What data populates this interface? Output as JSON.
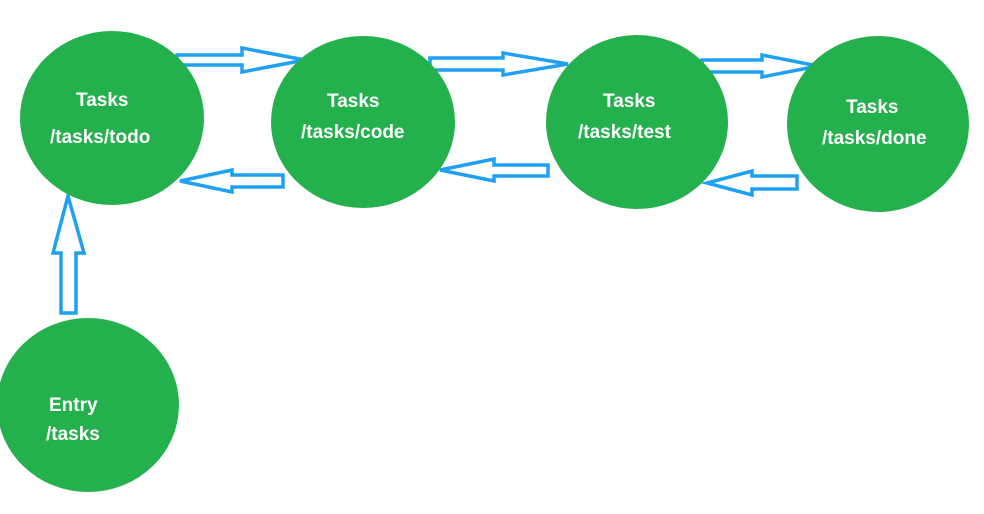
{
  "colors": {
    "node_fill": "#24b14d",
    "node_text": "#ffffff",
    "arrow": "#1fa0f0",
    "background": "#ffffff"
  },
  "nodes": {
    "entry": {
      "title": "Entry",
      "route": "/tasks"
    },
    "todo": {
      "title": "Tasks",
      "route": "/tasks/todo"
    },
    "code": {
      "title": "Tasks",
      "route": "/tasks/code"
    },
    "test": {
      "title": "Tasks",
      "route": "/tasks/test"
    },
    "done": {
      "title": "Tasks",
      "route": "/tasks/done"
    }
  },
  "edges": [
    {
      "from": "entry",
      "to": "todo"
    },
    {
      "from": "todo",
      "to": "code"
    },
    {
      "from": "code",
      "to": "todo"
    },
    {
      "from": "code",
      "to": "test"
    },
    {
      "from": "test",
      "to": "code"
    },
    {
      "from": "test",
      "to": "done"
    },
    {
      "from": "done",
      "to": "test"
    }
  ]
}
